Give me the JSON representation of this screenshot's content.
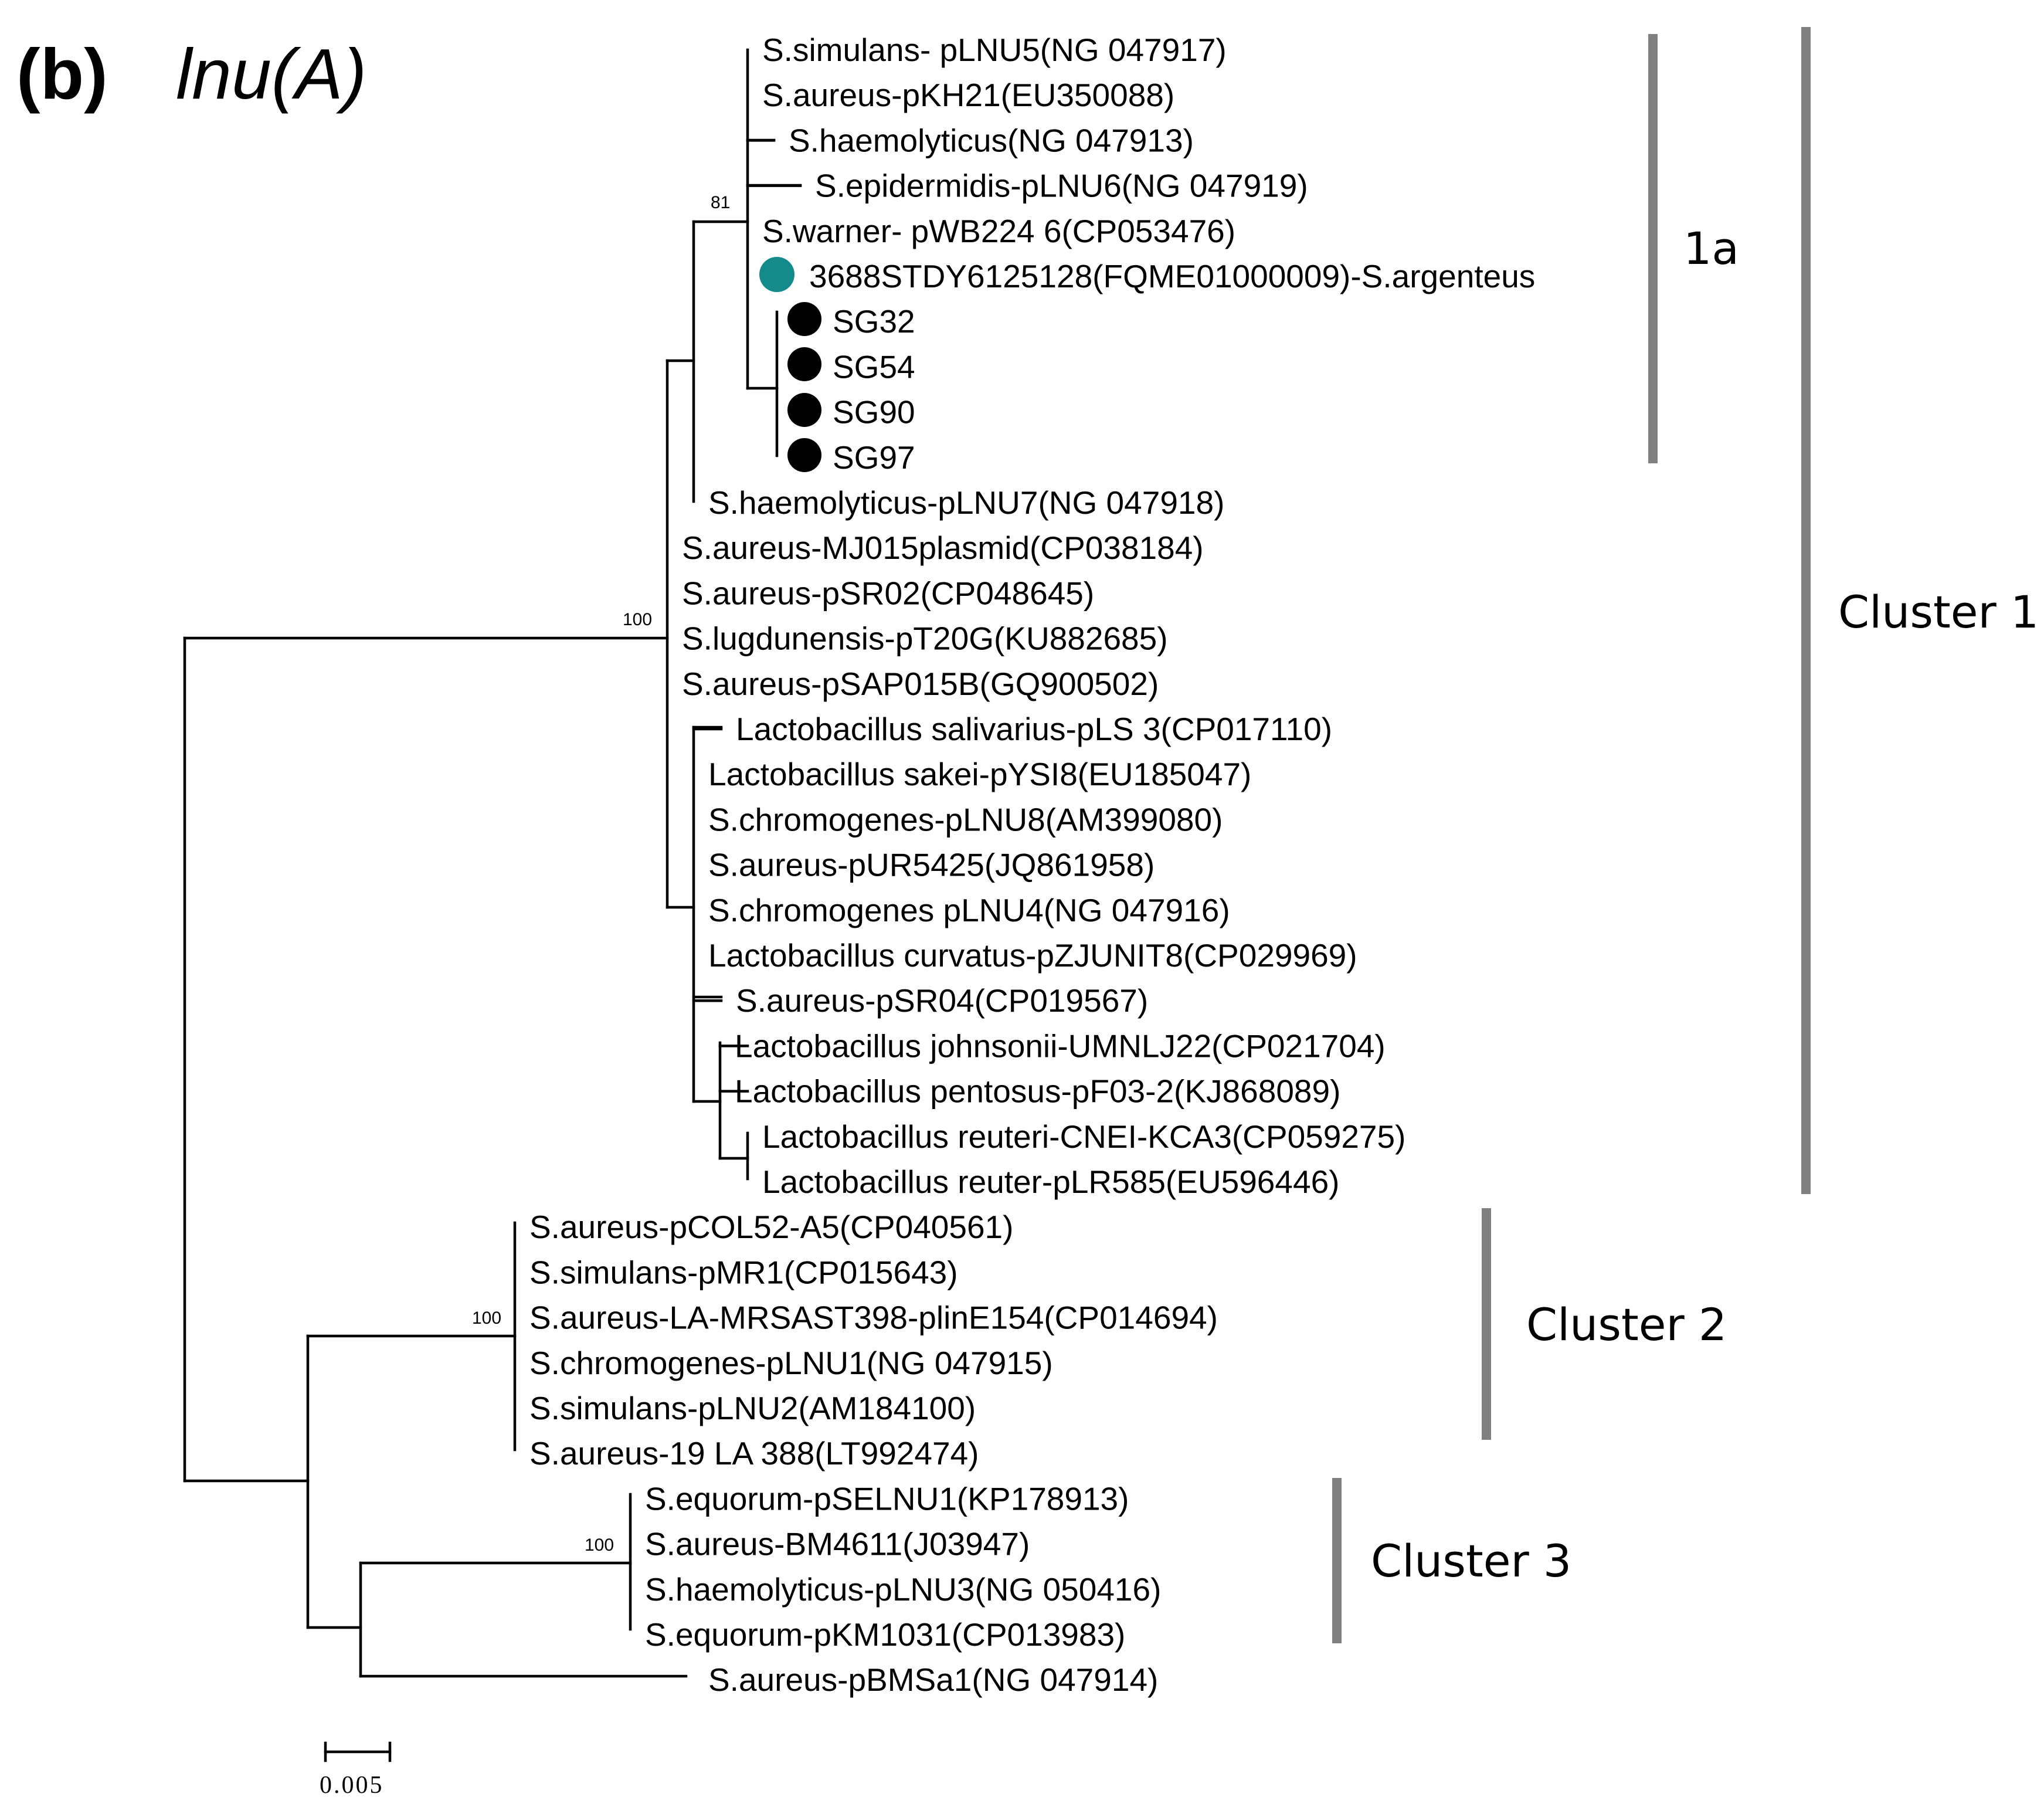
{
  "figure": {
    "panel_letter": "(b)",
    "gene_name": "lnu(A)"
  },
  "tree": {
    "scale_bar_label": "0.005",
    "bootstrap_values": [
      "81",
      "100",
      "100",
      "100"
    ],
    "marker_colors": {
      "reference_highlight": "#148a8a",
      "study_isolate": "#000000"
    },
    "leaves": [
      "S.simulans- pLNU5(NG 047917)",
      "S.aureus-pKH21(EU350088)",
      "S.haemolyticus(NG 047913)",
      "S.epidermidis-pLNU6(NG 047919)",
      "S.warner- pWB224 6(CP053476)",
      "3688STDY6125128(FQME01000009)-S.argenteus",
      "SG32",
      "SG54",
      "SG90",
      "SG97",
      "S.haemolyticus-pLNU7(NG 047918)",
      "S.aureus-MJ015plasmid(CP038184)",
      "S.aureus-pSR02(CP048645)",
      "S.lugdunensis-pT20G(KU882685)",
      "S.aureus-pSAP015B(GQ900502)",
      "Lactobacillus salivarius-pLS 3(CP017110)",
      "Lactobacillus sakei-pYSI8(EU185047)",
      "S.chromogenes-pLNU8(AM399080)",
      "S.aureus-pUR5425(JQ861958)",
      "S.chromogenes pLNU4(NG 047916)",
      "Lactobacillus curvatus-pZJUNIT8(CP029969)",
      "S.aureus-pSR04(CP019567)",
      "Lactobacillus johnsonii-UMNLJ22(CP021704)",
      "Lactobacillus pentosus-pF03-2(KJ868089)",
      "Lactobacillus reuteri-CNEI-KCA3(CP059275)",
      "Lactobacillus reuter-pLR585(EU596446)",
      "S.aureus-pCOL52-A5(CP040561)",
      "S.simulans-pMR1(CP015643)",
      "S.aureus-LA-MRSAST398-plinE154(CP014694)",
      "S.chromogenes-pLNU1(NG 047915)",
      "S.simulans-pLNU2(AM184100)",
      "S.aureus-19 LA 388(LT992474)",
      "S.equorum-pSELNU1(KP178913)",
      "S.aureus-BM4611(J03947)",
      "S.haemolyticus-pLNU3(NG 050416)",
      "S.equorum-pKM1031(CP013983)",
      "S.aureus-pBMSa1(NG 047914)"
    ],
    "clades": [
      {
        "label": "1a"
      },
      {
        "label": "Cluster 1"
      },
      {
        "label": "Cluster 2"
      },
      {
        "label": "Cluster 3"
      }
    ]
  }
}
